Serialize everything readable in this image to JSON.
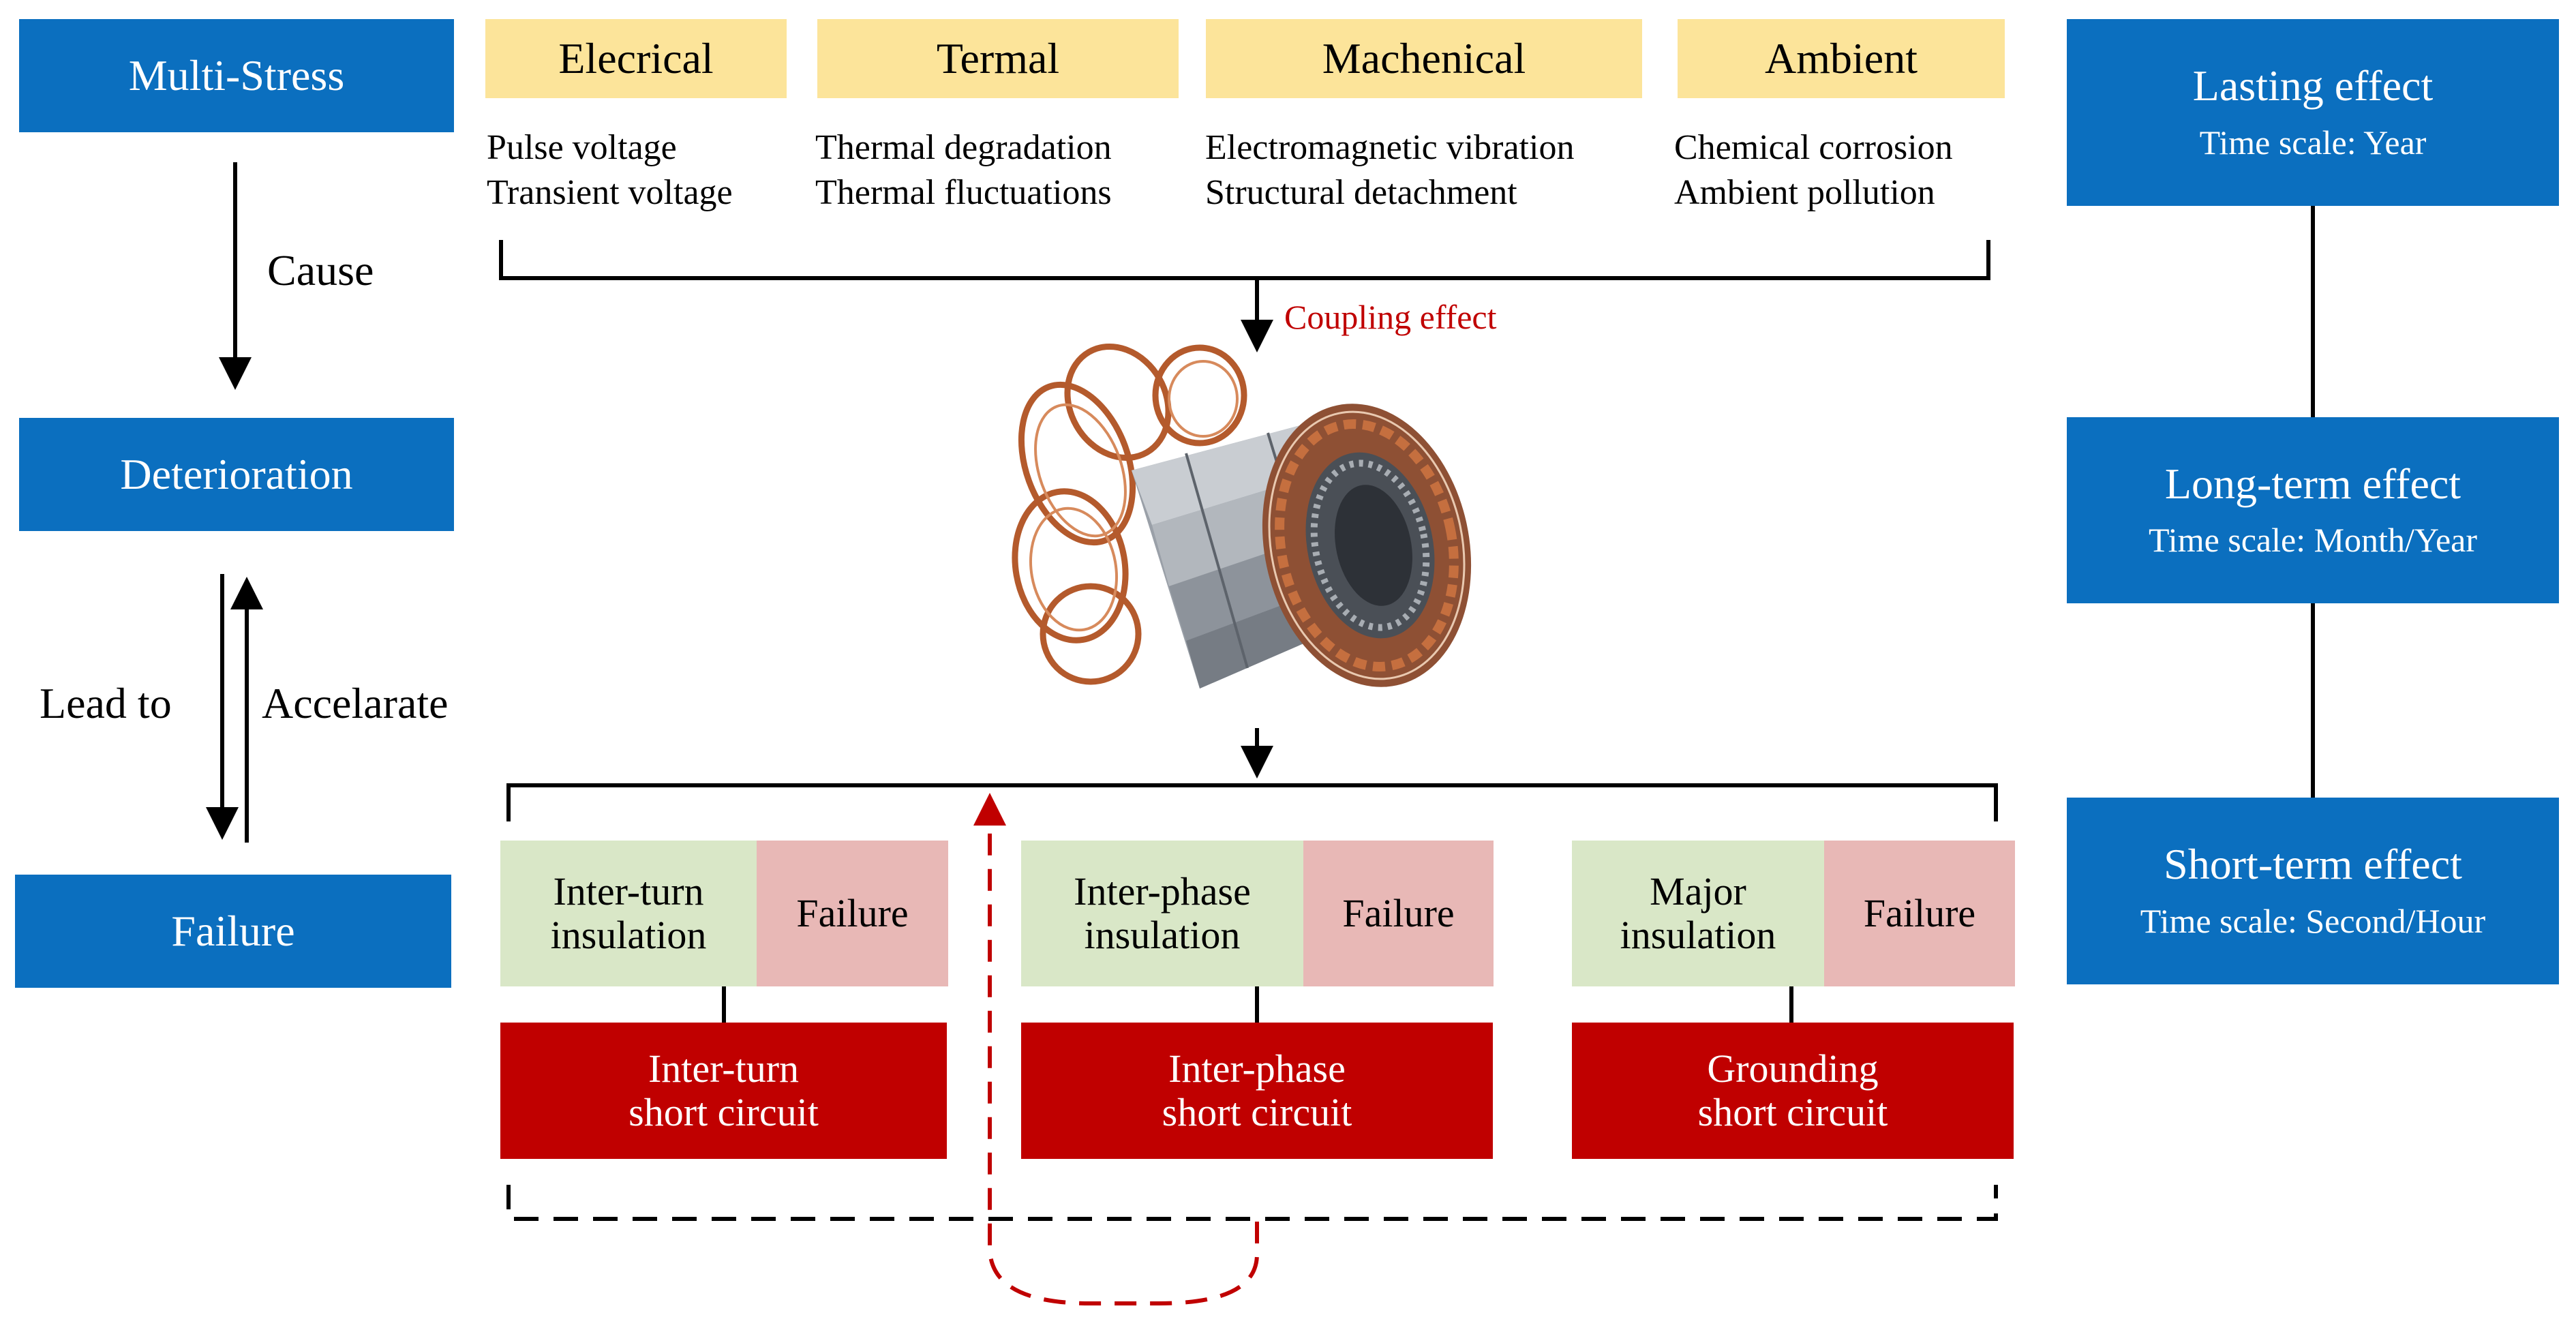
{
  "left": {
    "multi_stress": "Multi-Stress",
    "cause": "Cause",
    "deterioration": "Deterioration",
    "lead_to": "Lead to",
    "accelarate": "Accelarate",
    "failure": "Failure"
  },
  "stresses": [
    {
      "label": "Elecrical",
      "items": [
        "Pulse voltage",
        "Transient voltage"
      ]
    },
    {
      "label": "Termal",
      "items": [
        "Thermal degradation",
        "Thermal fluctuations"
      ]
    },
    {
      "label": "Machenical",
      "items": [
        "Electromagnetic vibration",
        "Structural detachment"
      ]
    },
    {
      "label": "Ambient",
      "items": [
        "Chemical corrosion",
        "Ambient pollution"
      ]
    }
  ],
  "coupling_effect": "Coupling effect",
  "insulations": [
    {
      "name_line1": "Inter-turn",
      "name_line2": "insulation",
      "status": "Failure",
      "short_line1": "Inter-turn",
      "short_line2": "short circuit"
    },
    {
      "name_line1": "Inter-phase",
      "name_line2": "insulation",
      "status": "Failure",
      "short_line1": "Inter-phase",
      "short_line2": "short circuit"
    },
    {
      "name_line1": "Major",
      "name_line2": "insulation",
      "status": "Failure",
      "short_line1": "Grounding",
      "short_line2": "short circuit"
    }
  ],
  "time_effects": [
    {
      "title": "Lasting effect",
      "scale": "Time scale: Year"
    },
    {
      "title": "Long-term effect",
      "scale": "Time scale: Month/Year"
    },
    {
      "title": "Short-term effect",
      "scale": "Time scale: Second/Hour"
    }
  ],
  "colors": {
    "blue_box": "#0b6fbf",
    "stress_header": "#fce49a",
    "insulation_box": "#d9e7c7",
    "failure_box": "#e8b8b6",
    "short_circuit_box": "#c00000",
    "coupling_text": "#c00000",
    "feedback_arrow": "#c00000"
  }
}
